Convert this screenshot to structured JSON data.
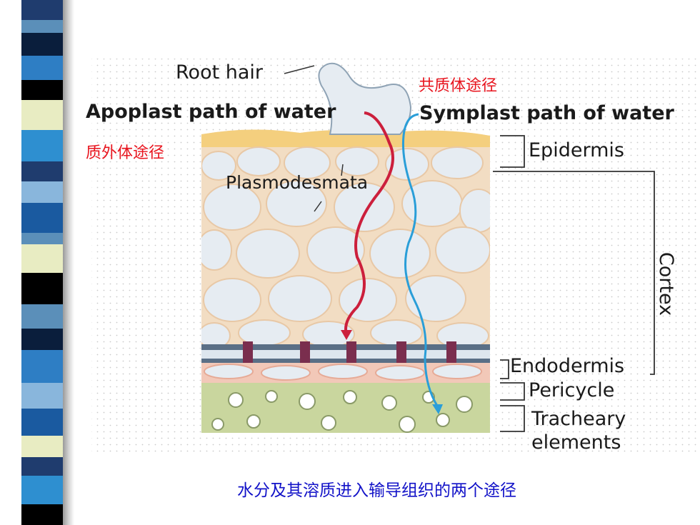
{
  "slide": {
    "caption": "水分及其溶质进入输导组织的两个途径",
    "colors": {
      "stripes": [
        "#1f3c6e",
        "#5b8fb9",
        "#0a1e3c",
        "#e8ecc2",
        "#000000",
        "#89b6dc"
      ],
      "apoplast_path": "#cc1f3c",
      "symplast_path": "#2a9ed8",
      "caption": "#1212c8",
      "chinese_label": "#e8141e"
    }
  },
  "diagram": {
    "root_hair": "Root hair",
    "apoplast_label": "Apoplast path of water",
    "symplast_label": "Symplast path of water",
    "apoplast_zh": "质外体途径",
    "symplast_zh": "共质体途径",
    "plasmodesmata": "Plasmodesmata",
    "layers": {
      "epidermis": "Epidermis",
      "cortex": "Cortex",
      "endodermis": "Endodermis",
      "pericycle": "Pericycle",
      "tracheary_line1": "Tracheary",
      "tracheary_line2": "elements"
    }
  }
}
